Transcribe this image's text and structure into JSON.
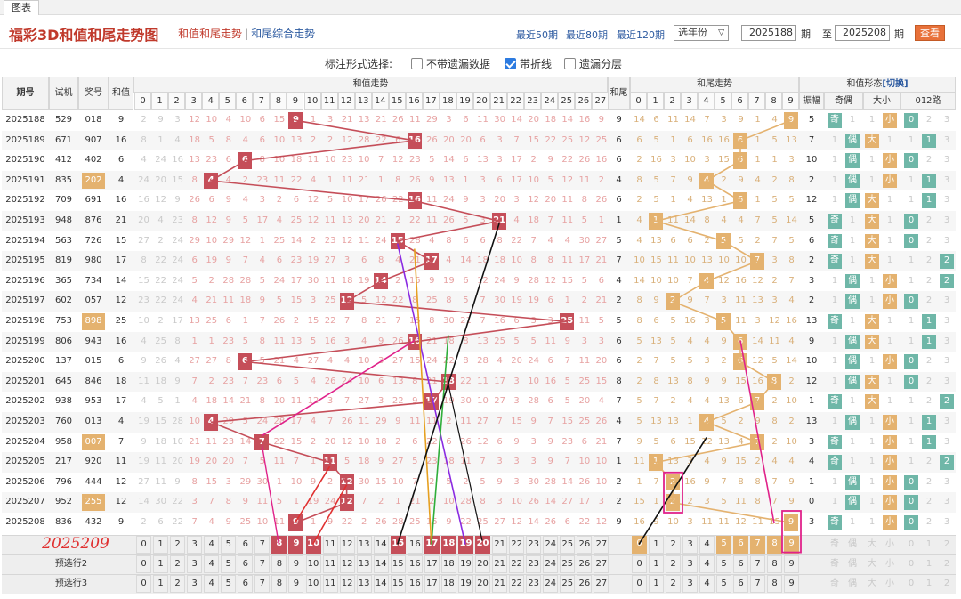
{
  "tab": "图表",
  "title": "福彩3D和值和尾走势图",
  "links": {
    "a1": "和值和尾走势",
    "sep": "|",
    "a2": "和尾综合走势"
  },
  "recent": [
    "最近50期",
    "最近80期",
    "最近120期"
  ],
  "year_select": "选年份",
  "range": {
    "from": "2025188",
    "mid_label": "期",
    "to_label": "至",
    "to": "2025208",
    "end_label": "期"
  },
  "query": "查看",
  "options": {
    "label": "标注形式选择:",
    "items": [
      {
        "text": "不带遗漏数据",
        "checked": false
      },
      {
        "text": "带折线",
        "checked": true
      },
      {
        "text": "遗漏分层",
        "checked": false
      }
    ]
  },
  "headers": {
    "period": "期号",
    "trial": "试机",
    "prize": "奖号",
    "sum": "和值",
    "sum_trend": "和值走势",
    "tail": "和尾",
    "tail_trend": "和尾走势",
    "form": "和值形态",
    "switch": "[切换]",
    "amp": "振幅",
    "oe": "奇偶",
    "bs": "大小",
    "road": "012路"
  },
  "rows": [
    {
      "p": "2025188",
      "t": "529",
      "k": "018",
      "s": 9,
      "kb": false
    },
    {
      "p": "2025189",
      "t": "671",
      "k": "907",
      "s": 16,
      "kb": false
    },
    {
      "p": "2025190",
      "t": "412",
      "k": "402",
      "s": 6,
      "kb": false
    },
    {
      "p": "2025191",
      "t": "835",
      "k": "202",
      "s": 4,
      "kb": true
    },
    {
      "p": "2025192",
      "t": "709",
      "k": "691",
      "s": 16,
      "kb": false
    },
    {
      "p": "2025193",
      "t": "948",
      "k": "876",
      "s": 21,
      "kb": false
    },
    {
      "p": "2025194",
      "t": "563",
      "k": "726",
      "s": 15,
      "kb": false
    },
    {
      "p": "2025195",
      "t": "819",
      "k": "980",
      "s": 17,
      "kb": false
    },
    {
      "p": "2025196",
      "t": "365",
      "k": "734",
      "s": 14,
      "kb": false
    },
    {
      "p": "2025197",
      "t": "602",
      "k": "057",
      "s": 12,
      "kb": false
    },
    {
      "p": "2025198",
      "t": "753",
      "k": "898",
      "s": 25,
      "kb": true
    },
    {
      "p": "2025199",
      "t": "806",
      "k": "943",
      "s": 16,
      "kb": false
    },
    {
      "p": "2025200",
      "t": "137",
      "k": "015",
      "s": 6,
      "kb": false
    },
    {
      "p": "2025201",
      "t": "645",
      "k": "846",
      "s": 18,
      "kb": false
    },
    {
      "p": "2025202",
      "t": "938",
      "k": "953",
      "s": 17,
      "kb": false
    },
    {
      "p": "2025203",
      "t": "760",
      "k": "013",
      "s": 4,
      "kb": false
    },
    {
      "p": "2025204",
      "t": "958",
      "k": "007",
      "s": 7,
      "kb": true
    },
    {
      "p": "2025205",
      "t": "217",
      "k": "920",
      "s": 11,
      "kb": false
    },
    {
      "p": "2025206",
      "t": "796",
      "k": "444",
      "s": 12,
      "kb": false
    },
    {
      "p": "2025207",
      "t": "952",
      "k": "255",
      "s": 12,
      "kb": true
    },
    {
      "p": "2025208",
      "t": "836",
      "k": "432",
      "s": 9,
      "kb": false
    }
  ],
  "forms": [
    {
      "a": 5,
      "o": "奇",
      "b": "小",
      "r": "0"
    },
    {
      "a": 7,
      "o": "偶",
      "b": "大",
      "r": "1"
    },
    {
      "a": 10,
      "o": "偶",
      "b": "小",
      "r": "0"
    },
    {
      "a": 2,
      "o": "偶",
      "b": "小",
      "r": "1"
    },
    {
      "a": 12,
      "o": "偶",
      "b": "大",
      "r": "1"
    },
    {
      "a": 5,
      "o": "奇",
      "b": "大",
      "r": "0"
    },
    {
      "a": 6,
      "o": "奇",
      "b": "大",
      "r": "0"
    },
    {
      "a": 2,
      "o": "奇",
      "b": "大",
      "r": "2"
    },
    {
      "a": 3,
      "o": "偶",
      "b": "小",
      "r": "2"
    },
    {
      "a": 2,
      "o": "偶",
      "b": "小",
      "r": "0"
    },
    {
      "a": 13,
      "o": "奇",
      "b": "大",
      "r": "1"
    },
    {
      "a": 9,
      "o": "偶",
      "b": "大",
      "r": "1"
    },
    {
      "a": 10,
      "o": "偶",
      "b": "小",
      "r": "0"
    },
    {
      "a": 12,
      "o": "偶",
      "b": "大",
      "r": "0"
    },
    {
      "a": 1,
      "o": "奇",
      "b": "大",
      "r": "2"
    },
    {
      "a": 13,
      "o": "偶",
      "b": "小",
      "r": "1"
    },
    {
      "a": 3,
      "o": "奇",
      "b": "小",
      "r": "1"
    },
    {
      "a": 4,
      "o": "奇",
      "b": "小",
      "r": "2"
    },
    {
      "a": 1,
      "o": "偶",
      "b": "小",
      "r": "0"
    },
    {
      "a": 0,
      "o": "偶",
      "b": "小",
      "r": "0"
    },
    {
      "a": 3,
      "o": "奇",
      "b": "小",
      "r": "0"
    }
  ],
  "pred": {
    "handwritten": "2025209",
    "row2": "预选行2",
    "row3": "预选行3",
    "sum_marks": [
      8,
      9,
      10,
      15,
      17,
      18,
      19,
      20
    ],
    "tail_marks": [
      0,
      5,
      6,
      7,
      8,
      9
    ],
    "form_cells": [
      "奇",
      "偶",
      "大",
      "小",
      "0",
      "1",
      "2"
    ]
  },
  "colors": {
    "red": "#c54e59",
    "orange": "#e4b26f",
    "teal": "#6fb7a8",
    "title": "#c0392b",
    "link": "#2c5aa0"
  }
}
